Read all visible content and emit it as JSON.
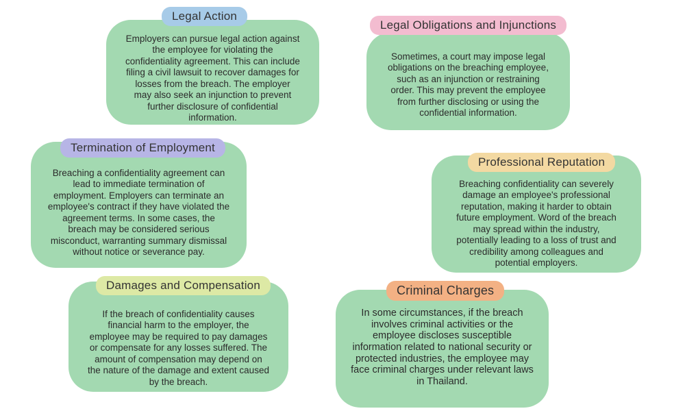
{
  "page": {
    "background_color": "#ffffff",
    "card_background_color": "#a3d9b1",
    "text_color": "#2b2b2b"
  },
  "cards": [
    {
      "id": "legal-action",
      "title": "Legal Action",
      "title_bg": "#a7cbe8",
      "card_bg": "#a3d9b1",
      "body": "Employers can pursue legal action against the employee for violating the confidentiality agreement. This can include filing a civil lawsuit to recover damages for losses from the breach. The employer may also seek an injunction to prevent further disclosure of confidential information."
    },
    {
      "id": "legal-obligations-and-injunctions",
      "title": "Legal Obligations and Injunctions",
      "title_bg": "#f3bcd0",
      "card_bg": "#a3d9b1",
      "body": "Sometimes, a court may impose legal obligations on the breaching employee, such as an injunction or restraining order. This may prevent the employee from further disclosing or using the confidential information."
    },
    {
      "id": "termination-of-employment",
      "title": "Termination of Employment",
      "title_bg": "#b7b5e6",
      "card_bg": "#a3d9b1",
      "body": "Breaching a confidentiality agreement can lead to immediate termination of employment. Employers can terminate an employee's contract if they have violated the agreement terms. In some cases, the breach may be considered serious misconduct, warranting summary dismissal without notice or severance pay."
    },
    {
      "id": "professional-reputation",
      "title": "Professional Reputation",
      "title_bg": "#f3d9a2",
      "card_bg": "#a3d9b1",
      "body": "Breaching confidentiality can severely damage an employee's professional reputation, making it harder to obtain future employment. Word of the breach may spread within the industry, potentially leading to a loss of trust and credibility among colleagues and potential employers."
    },
    {
      "id": "damages-and-compensation",
      "title": "Damages and Compensation",
      "title_bg": "#dde9a5",
      "card_bg": "#a3d9b1",
      "body": "If the breach of confidentiality causes financial harm to the employer, the employee may be required to pay damages or compensate for any losses suffered. The amount of compensation may depend on the nature of the damage and extent caused by the breach."
    },
    {
      "id": "criminal-charges",
      "title": "Criminal Charges",
      "title_bg": "#f3b184",
      "card_bg": "#a3d9b1",
      "body": "In some circumstances, if the breach involves criminal activities or the employee discloses susceptible information related to national security or protected industries, the employee may face criminal charges under relevant laws in Thailand."
    }
  ]
}
